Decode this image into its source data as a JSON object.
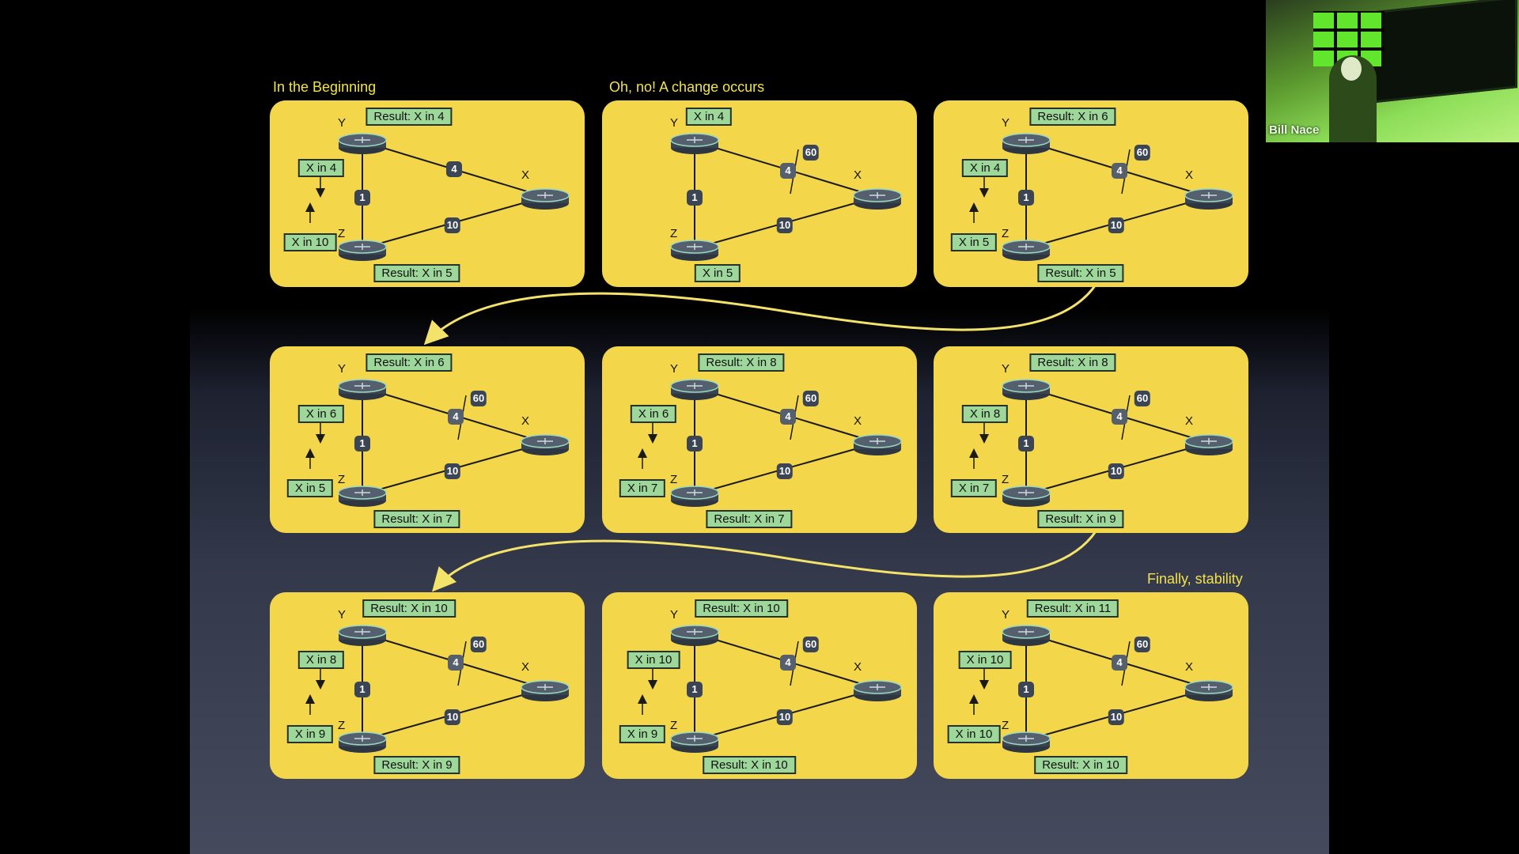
{
  "captions": {
    "beginning": "In the Beginning",
    "change": "Oh, no!  A change occurs",
    "stability": "Finally, stability"
  },
  "colors": {
    "panel": "#f4d64a",
    "label_fill": "#9ed79a",
    "caption": "#f2e24e",
    "link_badge": "#3b4553",
    "connector": "#f4e36a"
  },
  "node_names": {
    "y": "Y",
    "z": "Z",
    "x": "X"
  },
  "link_costs": {
    "yz": "1",
    "yx": "4",
    "zx": "10",
    "new_yx": "60"
  },
  "panels": [
    {
      "top_label": "Result: X in 4",
      "left_top": "X in 4",
      "left_bottom": "X in 10",
      "bottom_label": "Result: X in 5",
      "yx_broken": false
    },
    {
      "top_label": "X in 4",
      "left_top": "",
      "left_bottom": "",
      "bottom_label": "X in 5",
      "yx_broken": true
    },
    {
      "top_label": "Result: X in 6",
      "left_top": "X in 4",
      "left_bottom": "X in 5",
      "bottom_label": "Result: X in 5",
      "yx_broken": true
    },
    {
      "top_label": "Result: X in 6",
      "left_top": "X in 6",
      "left_bottom": "X in 5",
      "bottom_label": "Result: X in 7",
      "yx_broken": true
    },
    {
      "top_label": "Result: X in 8",
      "left_top": "X in 6",
      "left_bottom": "X in 7",
      "bottom_label": "Result: X in 7",
      "yx_broken": true
    },
    {
      "top_label": "Result: X in 8",
      "left_top": "X in 8",
      "left_bottom": "X in 7",
      "bottom_label": "Result: X in 9",
      "yx_broken": true
    },
    {
      "top_label": "Result: X in 10",
      "left_top": "X in 8",
      "left_bottom": "X in 9",
      "bottom_label": "Result: X in 9",
      "yx_broken": true
    },
    {
      "top_label": "Result: X in 10",
      "left_top": "X in 10",
      "left_bottom": "X in 9",
      "bottom_label": "Result: X in 10",
      "yx_broken": true
    },
    {
      "top_label": "Result: X in 11",
      "left_top": "X in 10",
      "left_bottom": "X in 10",
      "bottom_label": "Result: X in 10",
      "yx_broken": true
    }
  ],
  "video": {
    "speaker_name": "Bill Nace"
  }
}
